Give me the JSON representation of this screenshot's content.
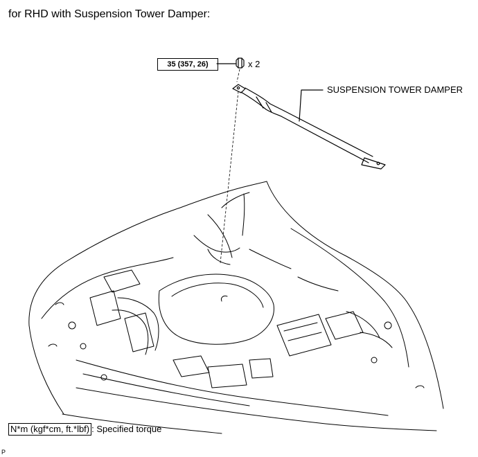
{
  "heading": "for RHD with Suspension Tower Damper:",
  "torque_spec": "35 (357, 26)",
  "bolt_quantity": "x 2",
  "part_callout": "SUSPENSION TOWER DAMPER",
  "legend": {
    "units": "N*m (kgf*cm, ft.*lbf)",
    "description": ": Specified torque"
  },
  "corner_code": "P"
}
